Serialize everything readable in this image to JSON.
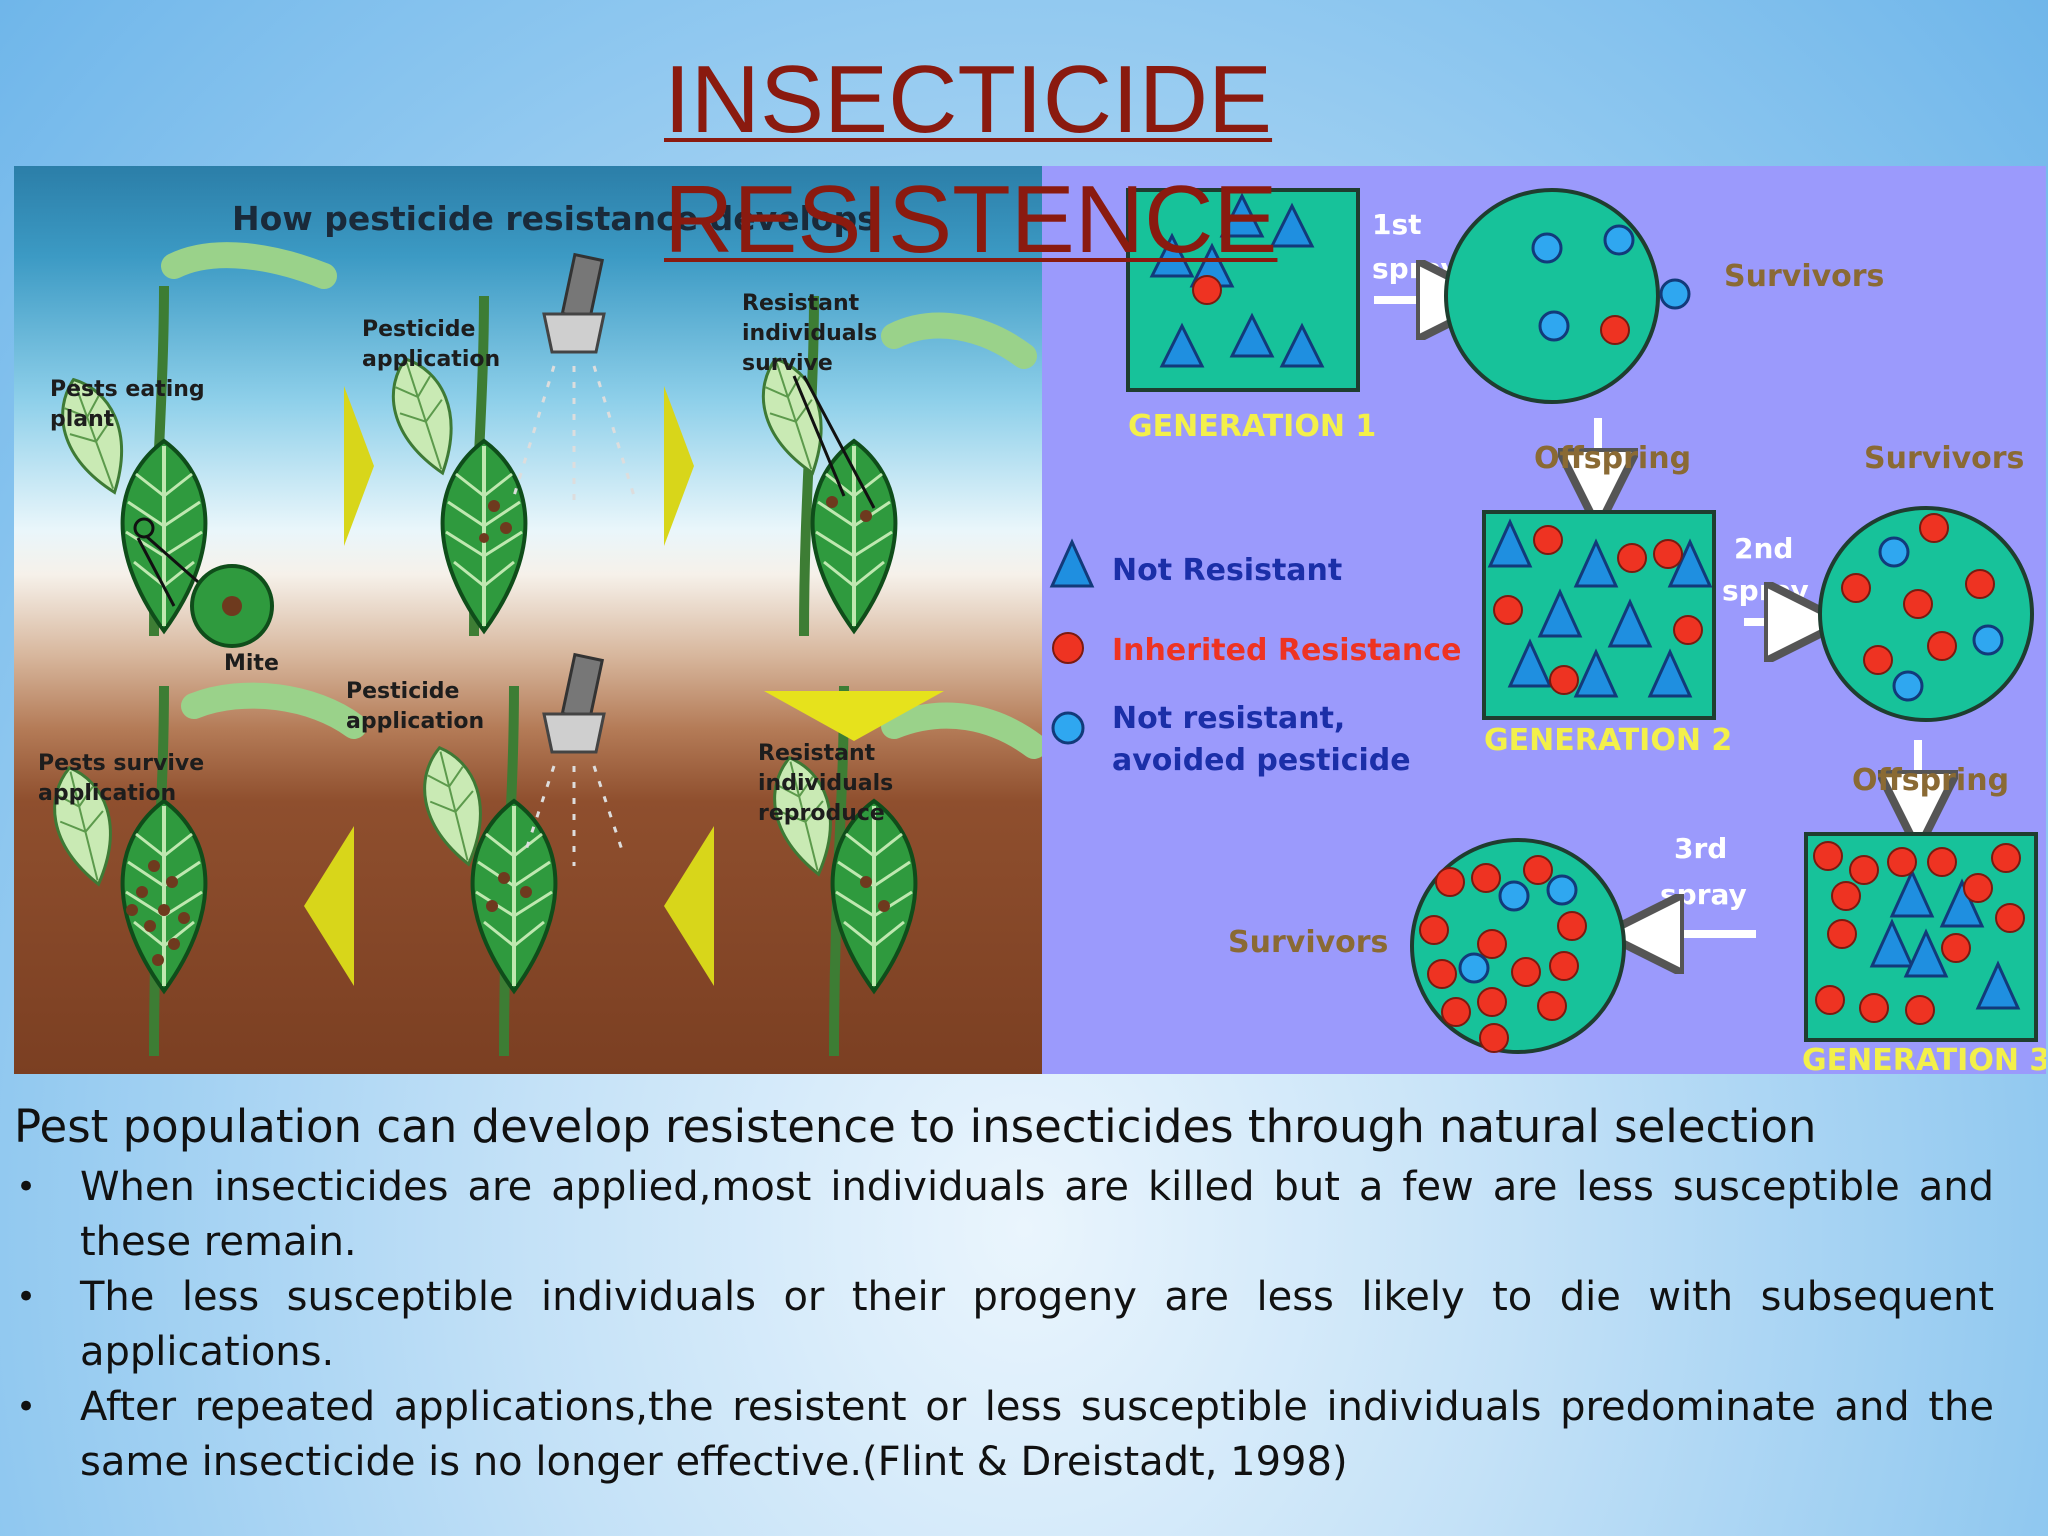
{
  "title": "INSECTICIDE RESISTENCE",
  "left_figure": {
    "heading": "How pesticide resistance develops",
    "labels": {
      "pests_eating": [
        "Pests eating",
        "plant"
      ],
      "mite": "Mite",
      "pesticide_app_1": [
        "Pesticide",
        "application"
      ],
      "resistant_survive": [
        "Resistant",
        "individuals",
        "survive"
      ],
      "pesticide_app_2": [
        "Pesticide",
        "application"
      ],
      "pests_survive": [
        "Pests survive",
        "application"
      ],
      "resistant_reproduce": [
        "Resistant",
        "individuals",
        "reproduce"
      ]
    }
  },
  "right_figure": {
    "generation_1": "GENERATION 1",
    "generation_2": "GENERATION 2",
    "generation_3": "GENERATION 3",
    "spray_1": [
      "1st",
      "spray"
    ],
    "spray_2": [
      "2nd",
      "spray"
    ],
    "spray_3": [
      "3rd",
      "spray"
    ],
    "survivors": "Survivors",
    "offspring": "Offspring",
    "legend": {
      "not_resistant": "Not Resistant",
      "inherited": "Inherited Resistance",
      "avoided": [
        "Not resistant,",
        "avoided pesticide"
      ]
    },
    "colors": {
      "background": "#9b9afc",
      "population": "#17c29a",
      "not_resistant": "#1f8fe0",
      "inherited": "#ee3322",
      "avoided": "#2fa7f0",
      "label_yellow": "#f3f04a",
      "label_brown": "#8a6a34"
    }
  },
  "body": {
    "lead": "Pest population can develop resistence to insecticides through natural selection",
    "bullets": [
      "When insecticides are applied,most individuals are killed but a few are less susceptible and these remain.",
      "The less susceptible individuals or their progeny are less likely to die with subsequent applications.",
      "After repeated applications,the resistent or less susceptible individuals predominate and the same insecticide is no longer effective.(Flint & Dreistadt, 1998)"
    ],
    "bullet_symbol": "•"
  }
}
